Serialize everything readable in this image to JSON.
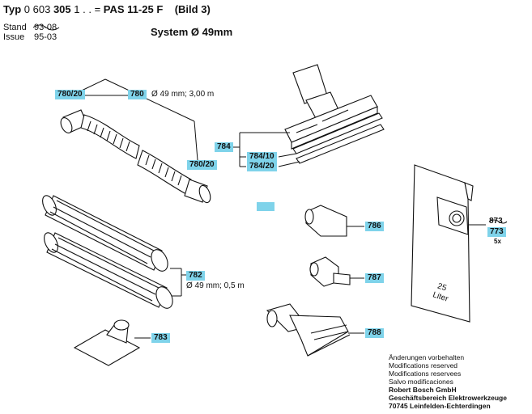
{
  "header": {
    "typ_prefix": "Typ",
    "typ_number_light": "0 603",
    "typ_number_bold": "305",
    "typ_suffix": "1 . . =",
    "model": "PAS 11-25 F",
    "bild": "(Bild 3)",
    "stand_label": "Stand",
    "stand_old": "93-08",
    "issue_label": "Issue",
    "issue_value": "95-03",
    "system": "System Ø 49mm"
  },
  "parts": {
    "p780_20_a": "780/20",
    "p780": "780",
    "p780_desc": "Ø 49 mm; 3,00 m",
    "p780_20_b": "780/20",
    "p784": "784",
    "p784_10": "784/10",
    "p784_20": "784/20",
    "p786": "786",
    "p787": "787",
    "p788": "788",
    "p782": "782",
    "p782_desc": "Ø 49 mm; 0,5 m",
    "p783": "783",
    "p873": "873",
    "p773": "773",
    "p773_qty": "5x",
    "bag_volume": "25",
    "bag_unit": "Liter"
  },
  "notes": {
    "line1": "Änderungen vorbehalten",
    "line2": "Modifications reserved",
    "line3": "Modifications reservees",
    "line4": "Salvo modificaciones",
    "company": "Robert Bosch GmbH",
    "division": "Geschäftsbereich Elektrowerkzeuge",
    "address": "70745 Leinfelden-Echterdingen"
  },
  "colors": {
    "tag": "#7fd3ea",
    "ink": "#111111"
  }
}
